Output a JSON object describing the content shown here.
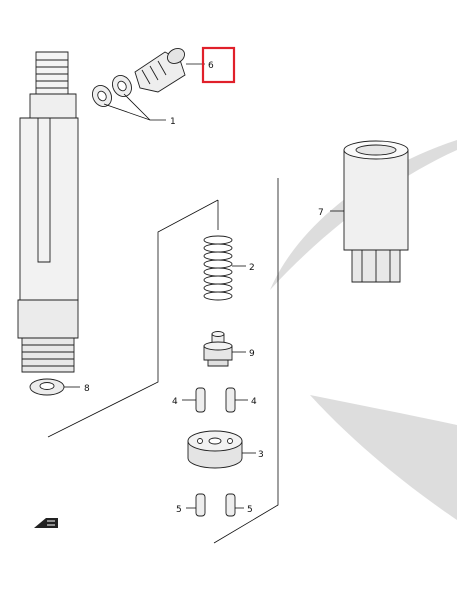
{
  "diagram": {
    "callouts": [
      {
        "id": "1",
        "label": "1"
      },
      {
        "id": "2",
        "label": "2"
      },
      {
        "id": "3",
        "label": "3"
      },
      {
        "id": "4a",
        "label": "4"
      },
      {
        "id": "4b",
        "label": "4"
      },
      {
        "id": "5a",
        "label": "5"
      },
      {
        "id": "5b",
        "label": "5"
      },
      {
        "id": "6",
        "label": "6"
      },
      {
        "id": "7",
        "label": "7"
      },
      {
        "id": "8",
        "label": "8"
      },
      {
        "id": "9",
        "label": "9"
      }
    ],
    "highlight_callout": "6",
    "highlight_color": "#e0202a",
    "watermark_color": "#d9d9d9",
    "direction_marker": "front-arrow-icon"
  }
}
